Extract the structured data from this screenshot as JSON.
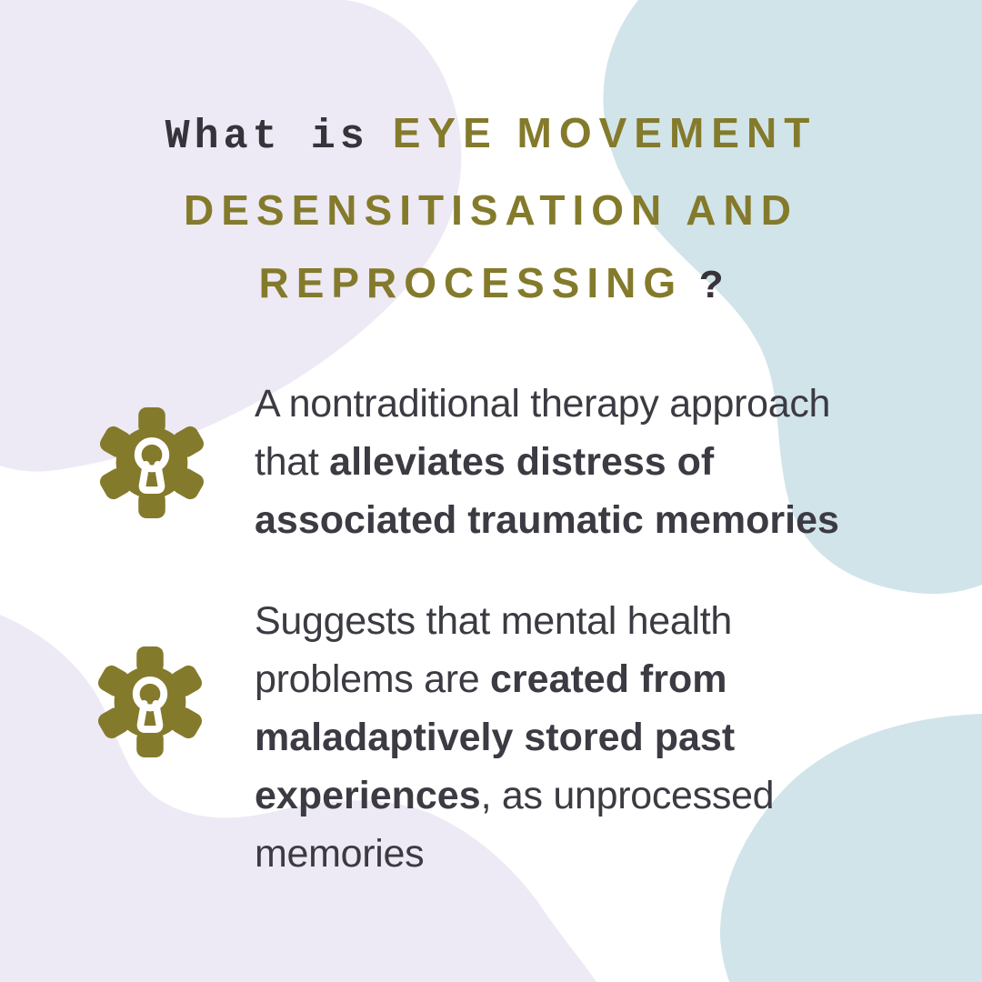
{
  "colors": {
    "olive": "#847a2b",
    "ink": "#36333b",
    "body_ink": "#3c3a42",
    "lavender": "#edeaf5",
    "blue": "#d1e4e9",
    "white": "#ffffff"
  },
  "title": {
    "prefix": "What is",
    "line1": "EYE MOVEMENT",
    "line2": "DESENSITISATION AND",
    "line3": "REPROCESSING",
    "question_mark": "?"
  },
  "bullets": [
    {
      "icon": "gear-keyhole",
      "segments": [
        {
          "text": "A nontraditional therapy approach that ",
          "bold": false
        },
        {
          "text": "alleviates distress of associated traumatic memories",
          "bold": true
        }
      ]
    },
    {
      "icon": "gear-keyhole",
      "segments": [
        {
          "text": "Suggests that mental health problems are ",
          "bold": false
        },
        {
          "text": "created from maladaptively stored past experiences",
          "bold": true
        },
        {
          "text": ", as unprocessed memories",
          "bold": false
        }
      ]
    }
  ]
}
